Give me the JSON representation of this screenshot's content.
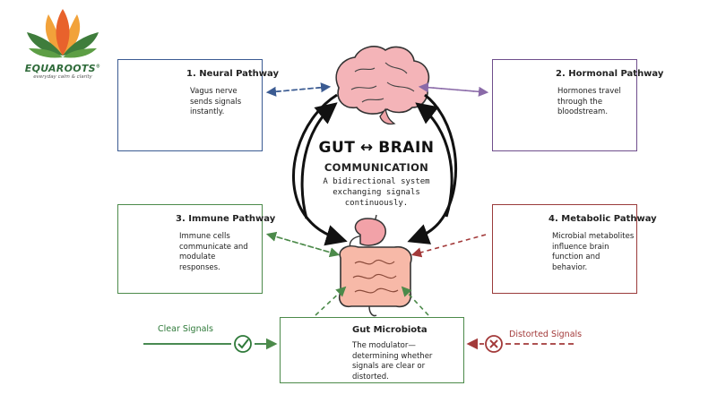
{
  "logo": {
    "name": "EQUAROOTS",
    "registered": "®",
    "tagline": "everyday calm & clarity"
  },
  "center": {
    "title_left": "GUT",
    "title_arrow": "↔",
    "title_right": "BRAIN",
    "subtitle": "COMMUNICATION",
    "description": "A bidirectional system exchanging signals continuously."
  },
  "pathways": [
    {
      "title": "1. Neural Pathway",
      "description": "Vagus nerve sends signals instantly.",
      "color": "#3b5b92",
      "icon": "neuron-icon"
    },
    {
      "title": "2. Hormonal Pathway",
      "description": "Hormones travel through the bloodstream.",
      "color": "#6f4e8c",
      "icon": "blood-vessel-icon"
    },
    {
      "title": "3. Immune Pathway",
      "description": "Immune cells communicate and modulate responses.",
      "color": "#4c8a4a",
      "icon": "immune-cells-icon"
    },
    {
      "title": "4. Metabolic Pathway",
      "description": "Microbial metabolites influence brain function and behavior.",
      "color": "#9a3b3b",
      "icon": "metabolites-icon"
    }
  ],
  "microbiota": {
    "title": "Gut Microbiota",
    "description": "The modulator—determining whether signals are clear or distorted.",
    "icon": "bacteria-icon"
  },
  "signals": {
    "clear_label": "Clear Signals",
    "clear_color": "#2f7a3a",
    "distorted_label": "Distorted Signals",
    "distorted_color": "#a33a3a"
  }
}
